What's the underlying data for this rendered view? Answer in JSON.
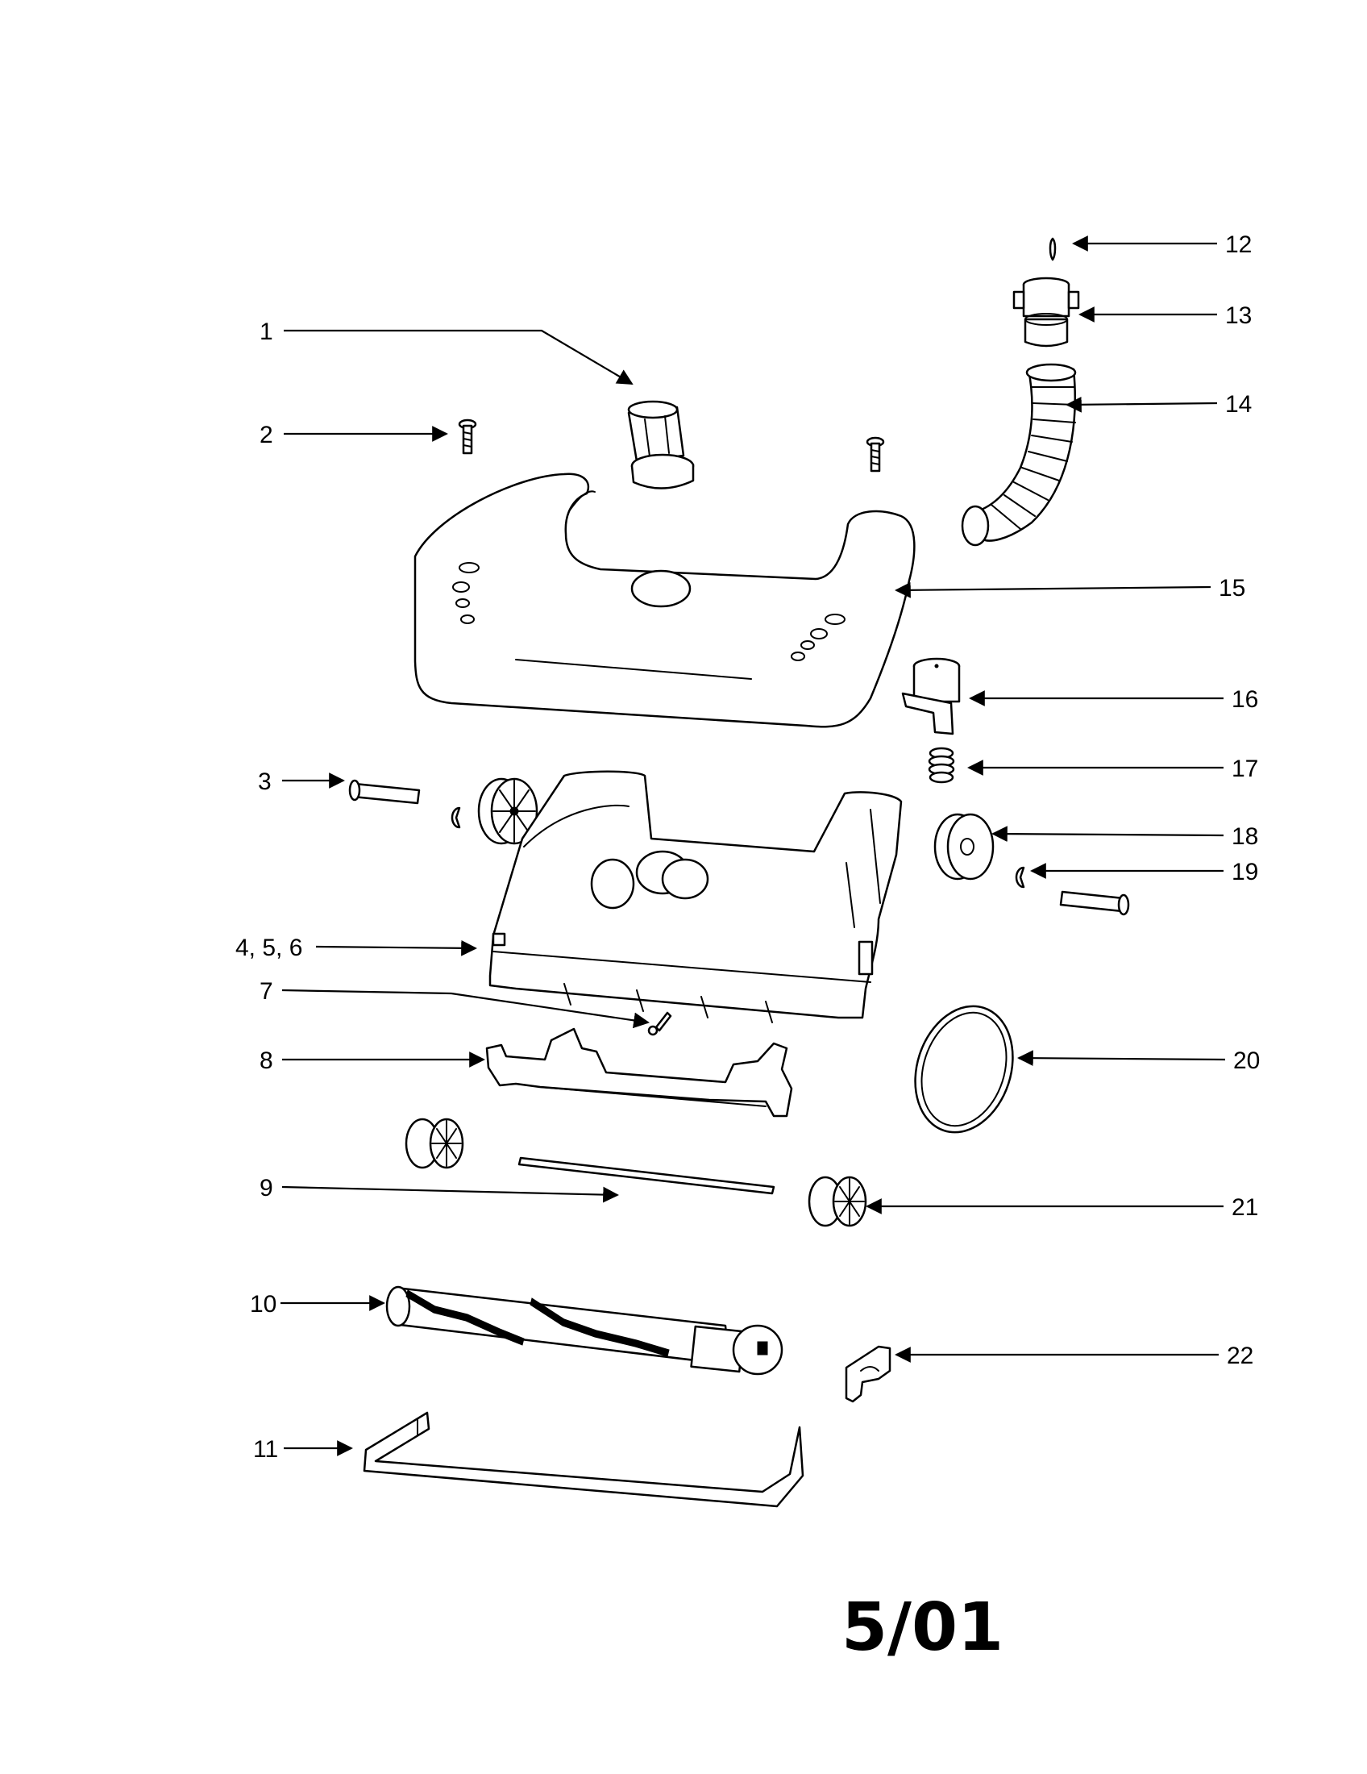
{
  "callouts": [
    "1",
    "2",
    "3",
    "4, 5, 6",
    "7",
    "8",
    "9",
    "10",
    "11",
    "12",
    "13",
    "14",
    "15",
    "16",
    "17",
    "18",
    "19",
    "20",
    "21",
    "22"
  ],
  "revision_date": "5/01",
  "colors": {
    "line": "#000000",
    "paper": "#ffffff"
  }
}
